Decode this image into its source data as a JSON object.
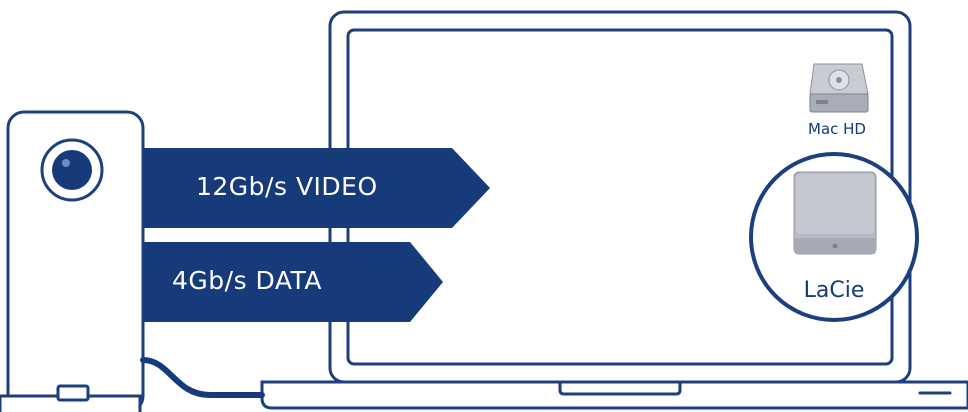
{
  "arrows": {
    "video": {
      "label": "12Gb/s VIDEO"
    },
    "data": {
      "label": "4Gb/s DATA"
    }
  },
  "desktop": {
    "mac_hd": {
      "label": "Mac HD",
      "icon": "hard-drive-icon"
    },
    "lacie": {
      "label": "LaCie",
      "icon": "external-drive-icon"
    }
  },
  "colors": {
    "navy": "#173a7a",
    "outline": "#1d3f7e",
    "drive_gray": "#b9bcc6"
  }
}
